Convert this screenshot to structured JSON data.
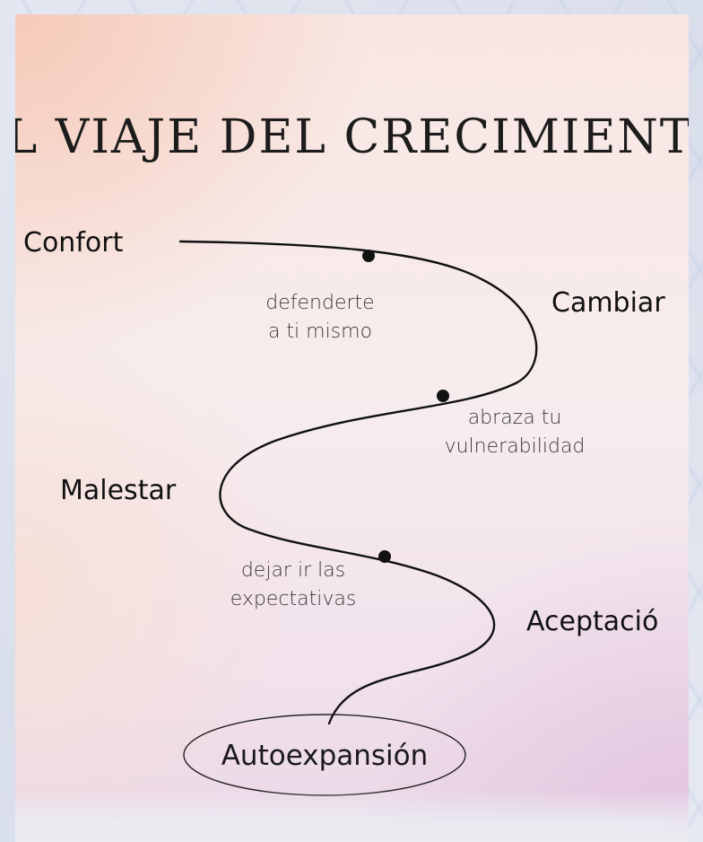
{
  "title": "EL VIAJE DEL CRECIMIENTO",
  "stages": {
    "confort": "Confort",
    "cambiar": "Cambiar",
    "malestar": "Malestar",
    "aceptacion": "Aceptació"
  },
  "actions": {
    "defenderte_line1": "defenderte",
    "defenderte_line2": "a ti mismo",
    "abraza_line1": "abraza tu",
    "abraza_line2": "vulnerabilidad",
    "dejar_line1": "dejar ir las",
    "dejar_line2": "expectativas"
  },
  "goal": "Autoexpansión",
  "colors": {
    "path": "#111111",
    "text": "#111111",
    "accent_peach": "#f6c8b6",
    "accent_lavender": "#e1c0de"
  }
}
